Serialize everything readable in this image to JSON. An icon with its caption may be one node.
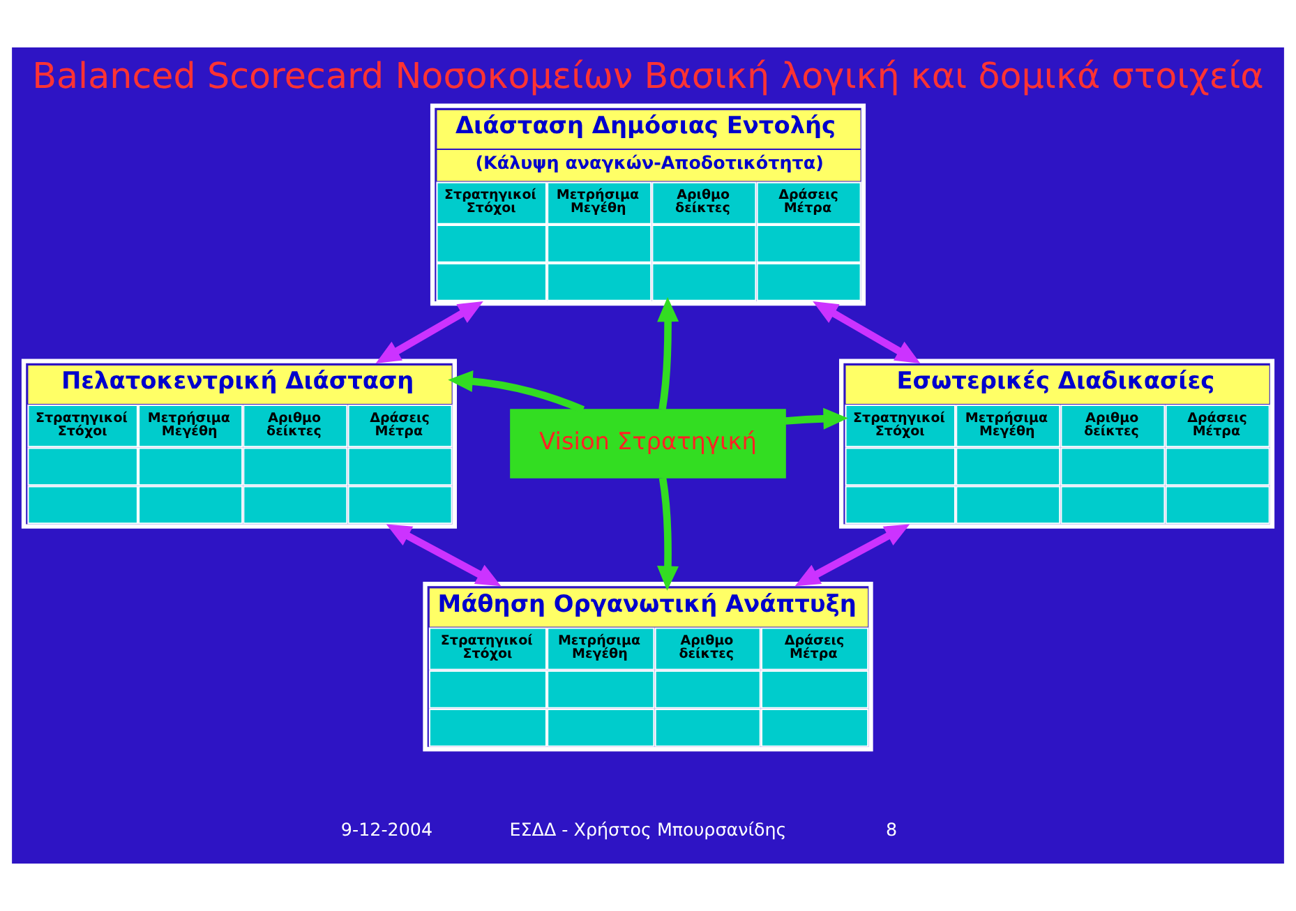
{
  "diagram": {
    "title": "Balanced Scorecard Νοσοκομείων Βασική λογική και δομικά στοιχεία",
    "nodes": [
      {
        "text": [
          "Διάσταση Δημόσιας Εντολής",
          "(Κάλυψη αναγκών-Αποδοτικότητα)",
          "Στρατηγικοί Στόχοι",
          "Μετρήσιμα Μεγέθη",
          "Αριθμο δείκτες",
          "Δράσεις Μέτρα"
        ]
      },
      {
        "text": [
          "Πελατοκεντρική Διάσταση",
          "Στρατηγικοί Στόχοι",
          "Μετρήσιμα Μεγέθη",
          "Αριθμο δείκτες",
          "Δράσεις Μέτρα"
        ]
      },
      {
        "text": [
          "Vision Στρατηγική"
        ]
      },
      {
        "text": [
          "Εσωτερικές Διαδικασίες",
          "Στρατηγικοί Στόχοι",
          "Μετρήσιμα Μεγέθη",
          "Αριθμο δείκτες",
          "Δράσεις Μέτρα"
        ]
      },
      {
        "text": [
          "Μάθηση Οργανωτική Ανάπτυξη",
          "Στρατηγικοί Στόχοι",
          "Μετρήσιμα Μεγέθη",
          "Αριθμο δείκτες",
          "Δράσεις Μέτρα"
        ]
      }
    ],
    "edges": [
      {
        "from": 1,
        "to": 0,
        "arrow": "both",
        "color": "#cc33ff"
      },
      {
        "from": 0,
        "to": 3,
        "arrow": "both",
        "color": "#cc33ff"
      },
      {
        "from": 3,
        "to": 4,
        "arrow": "both",
        "color": "#cc33ff"
      },
      {
        "from": 4,
        "to": 1,
        "arrow": "both",
        "color": "#cc33ff"
      },
      {
        "from": 2,
        "to": 0,
        "arrow": "to",
        "color": "#33dd22"
      },
      {
        "from": 2,
        "to": 1,
        "arrow": "to",
        "color": "#33dd22"
      },
      {
        "from": 2,
        "to": 3,
        "arrow": "to",
        "color": "#33dd22"
      },
      {
        "from": 2,
        "to": 4,
        "arrow": "to",
        "color": "#33dd22"
      }
    ],
    "labels": [
      "9-12-2004",
      "ΕΣΔΔ - Χρήστος Μπουρσανίδης",
      "8"
    ]
  }
}
